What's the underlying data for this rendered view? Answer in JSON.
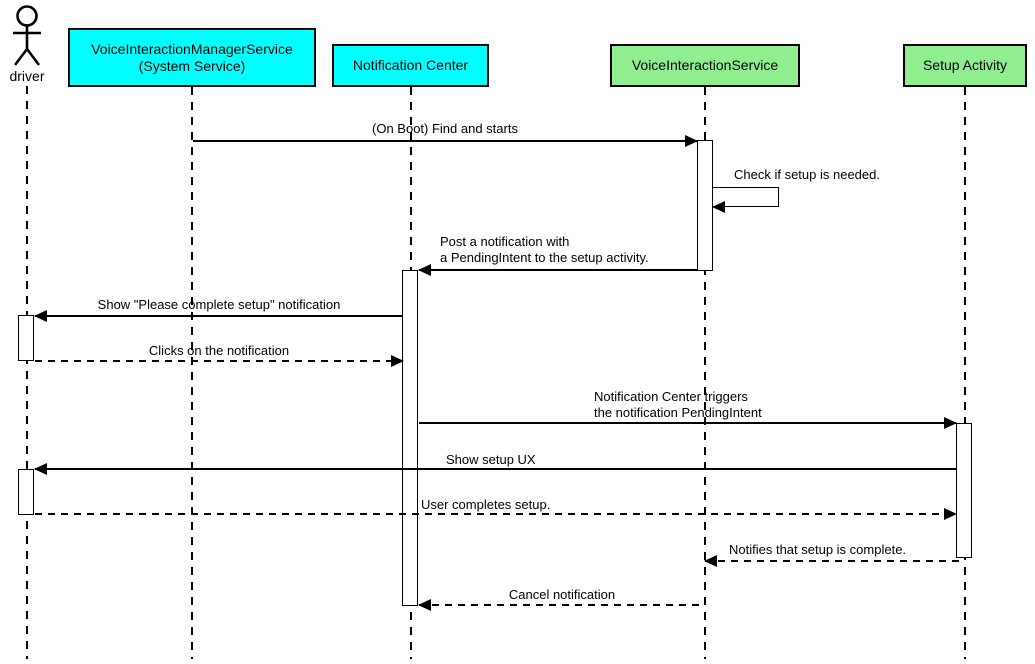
{
  "diagram_type": "uml-sequence",
  "colors": {
    "system_box": "#00ffff",
    "app_box": "#90ee90",
    "line": "#000000",
    "bar_fill": "#ffffff",
    "bg": "#ffffff"
  },
  "participants": [
    {
      "id": "driver",
      "label": "driver",
      "kind": "actor"
    },
    {
      "id": "voice-interaction-manager-service",
      "label": "VoiceInteractionManagerService\n(System Service)",
      "kind": "system"
    },
    {
      "id": "notification-center",
      "label": "Notification Center",
      "kind": "system"
    },
    {
      "id": "voice-interaction-service",
      "label": "VoiceInteractionService",
      "kind": "app"
    },
    {
      "id": "setup-activity",
      "label": "Setup Activity",
      "kind": "app"
    }
  ],
  "messages": [
    {
      "from": "voice-interaction-manager-service",
      "to": "voice-interaction-service",
      "text": "(On Boot) Find and starts",
      "line": "solid"
    },
    {
      "from": "voice-interaction-service",
      "to": "voice-interaction-service",
      "text": "Check if setup is needed.",
      "line": "solid",
      "self": true
    },
    {
      "from": "voice-interaction-service",
      "to": "notification-center",
      "text": "Post a notification with\na PendingIntent to the setup activity.",
      "line": "solid"
    },
    {
      "from": "notification-center",
      "to": "driver",
      "text": "Show \"Please complete setup\" notification",
      "line": "solid"
    },
    {
      "from": "driver",
      "to": "notification-center",
      "text": "Clicks on the notification",
      "line": "dashed"
    },
    {
      "from": "notification-center",
      "to": "setup-activity",
      "text": "Notification Center triggers\nthe notification PendingIntent",
      "line": "solid"
    },
    {
      "from": "setup-activity",
      "to": "driver",
      "text": "Show setup UX",
      "line": "solid"
    },
    {
      "from": "driver",
      "to": "setup-activity",
      "text": "User completes setup.",
      "line": "dashed"
    },
    {
      "from": "setup-activity",
      "to": "voice-interaction-service",
      "text": "Notifies that setup is complete.",
      "line": "dashed"
    },
    {
      "from": "voice-interaction-service",
      "to": "notification-center",
      "text": "Cancel notification",
      "line": "dashed"
    }
  ]
}
